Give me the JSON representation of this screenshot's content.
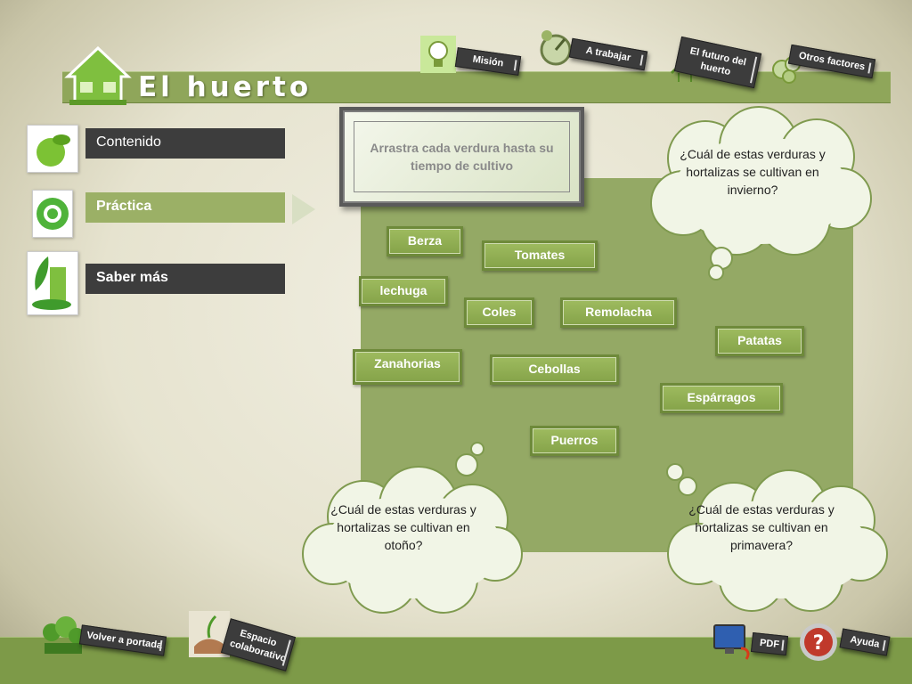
{
  "header": {
    "title": "El huerto"
  },
  "top_nav": [
    {
      "label": "Misión"
    },
    {
      "label": "A trabajar"
    },
    {
      "label": "El futuro del huerto"
    },
    {
      "label": "Otros factores"
    }
  ],
  "menu": {
    "contenido": "Contenido",
    "practica": "Práctica",
    "saber_mas": "Saber más"
  },
  "instruction": "Arrastra cada verdura hasta su tiempo de cultivo",
  "vegetables": {
    "berza": "Berza",
    "tomates": "Tomates",
    "lechuga": "lechuga",
    "coles": "Coles",
    "remolacha": "Remolacha",
    "patatas": "Patatas",
    "zanahorias": "Zanahorias",
    "cebollas": "Cebollas",
    "esparragos": "Espárragos",
    "puerros": "Puerros"
  },
  "questions": {
    "invierno": "¿Cuál de estas verduras y hortalizas se cultivan en invierno?",
    "otono": "¿Cuál de estas verduras y hortalizas se cultivan en otoño?",
    "primavera": "¿Cuál de estas verduras y hortalizas se cultivan en primavera?"
  },
  "footer": {
    "volver": "Volver a portada",
    "espacio": "Espacio colaborativo",
    "pdf": "PDF",
    "ayuda": "Ayuda"
  },
  "colors": {
    "accent_green": "#8fa65a",
    "board_green": "#94a965",
    "dark_tag": "#3c3c3c"
  },
  "icons": [
    "house-icon",
    "bulb-icon",
    "compass-icon",
    "growth-chart-icon",
    "leaves-icon",
    "leaf-ball-icon",
    "recycle-icon",
    "eco-building-icon",
    "forest-icon",
    "hand-plant-icon",
    "monitor-icon",
    "help-icon"
  ]
}
